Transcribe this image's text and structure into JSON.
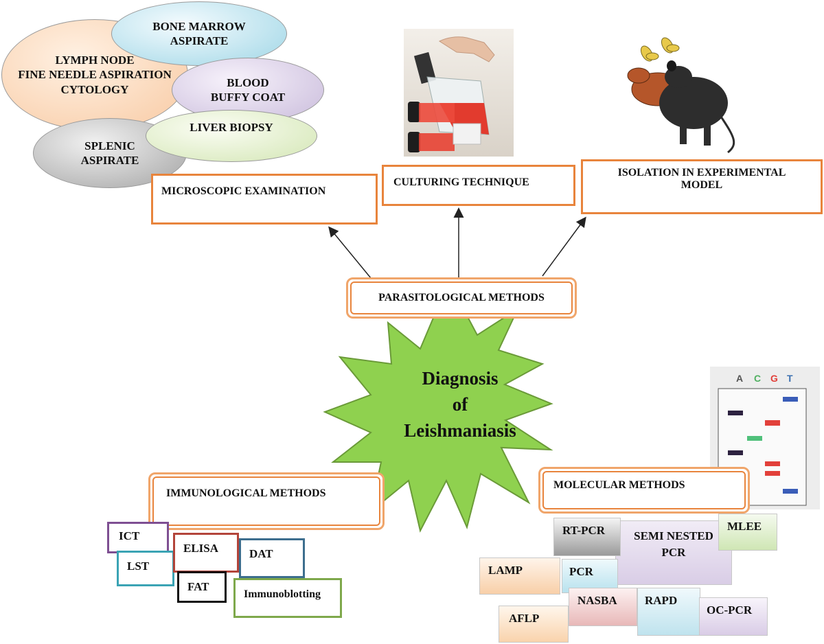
{
  "center": {
    "line1": "Diagnosis",
    "line2": "of",
    "line3": "Leishmaniasis"
  },
  "parasitological": {
    "title": "PARASITOLOGICAL METHODS",
    "microscopic": "MICROSCOPIC EXAMINATION",
    "culturing": "CULTURING TECHNIQUE",
    "isolation_line1": "ISOLATION IN EXPERIMENTAL",
    "isolation_line2": "MODEL"
  },
  "specimens": {
    "bone_marrow": [
      "BONE MARROW",
      "ASPIRATE"
    ],
    "lymph_node": [
      "LYMPH NODE",
      "FINE NEEDLE ASPIRATION",
      "CYTOLOGY"
    ],
    "blood": [
      "BLOOD",
      "BUFFY COAT"
    ],
    "liver": [
      "LIVER BIOPSY"
    ],
    "splenic": [
      "SPLENIC",
      "ASPIRATE"
    ]
  },
  "immunological": {
    "title": "IMMUNOLOGICAL METHODS",
    "ict": "ICT",
    "lst": "LST",
    "elisa": "ELISA",
    "fat": "FAT",
    "dat": "DAT",
    "immunoblotting": "Immunoblotting"
  },
  "molecular": {
    "title": "MOLECULAR METHODS",
    "rt_pcr": "RT-PCR",
    "semi_nested_1": "SEMI NESTED",
    "semi_nested_2": "PCR",
    "mlee": "MLEE",
    "lamp": "LAMP",
    "pcr": "PCR",
    "nasba": "NASBA",
    "rapd": "RAPD",
    "oc_pcr": "OC-PCR",
    "aflp": "AFLP"
  },
  "gel": {
    "lanes": [
      "A",
      "C",
      "G",
      "T"
    ]
  },
  "colors": {
    "star_fill": "#8fd14f",
    "orange_border": "#e8843c",
    "ict": "#7e4f92",
    "lst": "#3aa3b4",
    "elisa": "#b3443a",
    "fat": "#111111",
    "dat": "#3d6e8e",
    "immunoblotting": "#7ea84b"
  },
  "icons": [
    "culture-flask-image",
    "rat-with-sandflies-image",
    "dna-sequencing-gel-image"
  ]
}
